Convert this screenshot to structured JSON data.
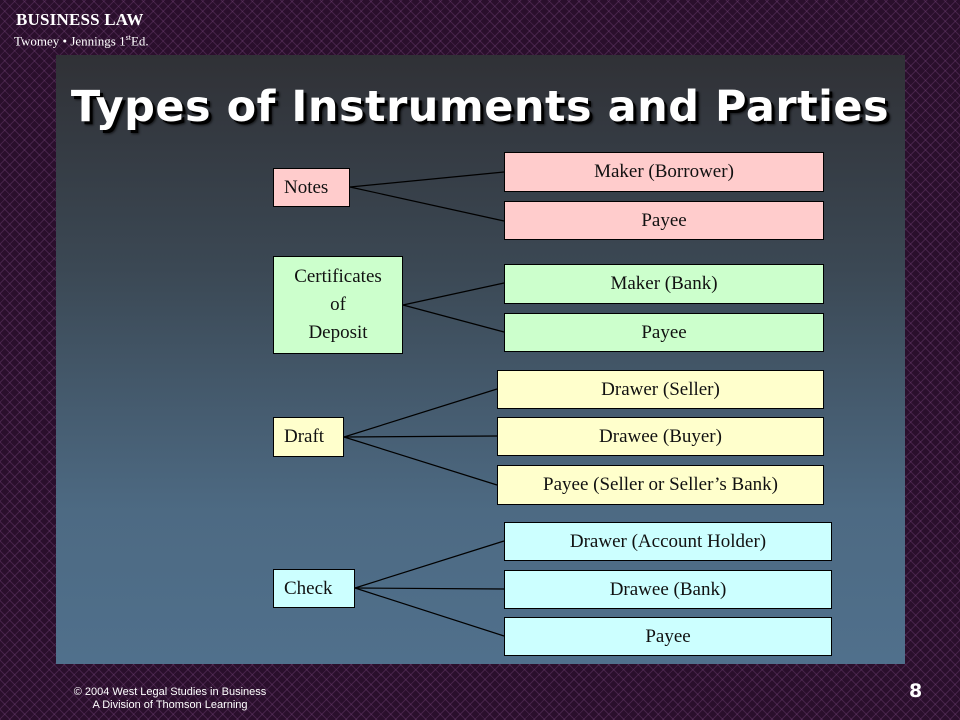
{
  "header": {
    "course_title": "BUSINESS LAW",
    "authors": "Twomey • Jennings 1",
    "edition_sup": "st",
    "edition_suffix": "Ed."
  },
  "slide": {
    "title": "Types of Instruments and Parties"
  },
  "instruments": {
    "notes": {
      "label": "Notes",
      "parties": [
        "Maker (Borrower)",
        "Payee"
      ],
      "color": "#ffcccc"
    },
    "cd": {
      "label_lines": [
        "Certificates",
        "of",
        "Deposit"
      ],
      "parties": [
        "Maker (Bank)",
        "Payee"
      ],
      "color": "#ccffcc"
    },
    "draft": {
      "label": "Draft",
      "parties": [
        "Drawer (Seller)",
        "Drawee (Buyer)",
        "Payee (Seller or Seller’s Bank)"
      ],
      "color": "#ffffcc"
    },
    "check": {
      "label": "Check",
      "parties": [
        "Drawer (Account Holder)",
        "Drawee (Bank)",
        "Payee"
      ],
      "color": "#ccffff"
    }
  },
  "footer": {
    "copyright_line1": "© 2004 West Legal Studies in Business",
    "copyright_line2": "A Division of Thomson Learning",
    "page_number": "8"
  }
}
